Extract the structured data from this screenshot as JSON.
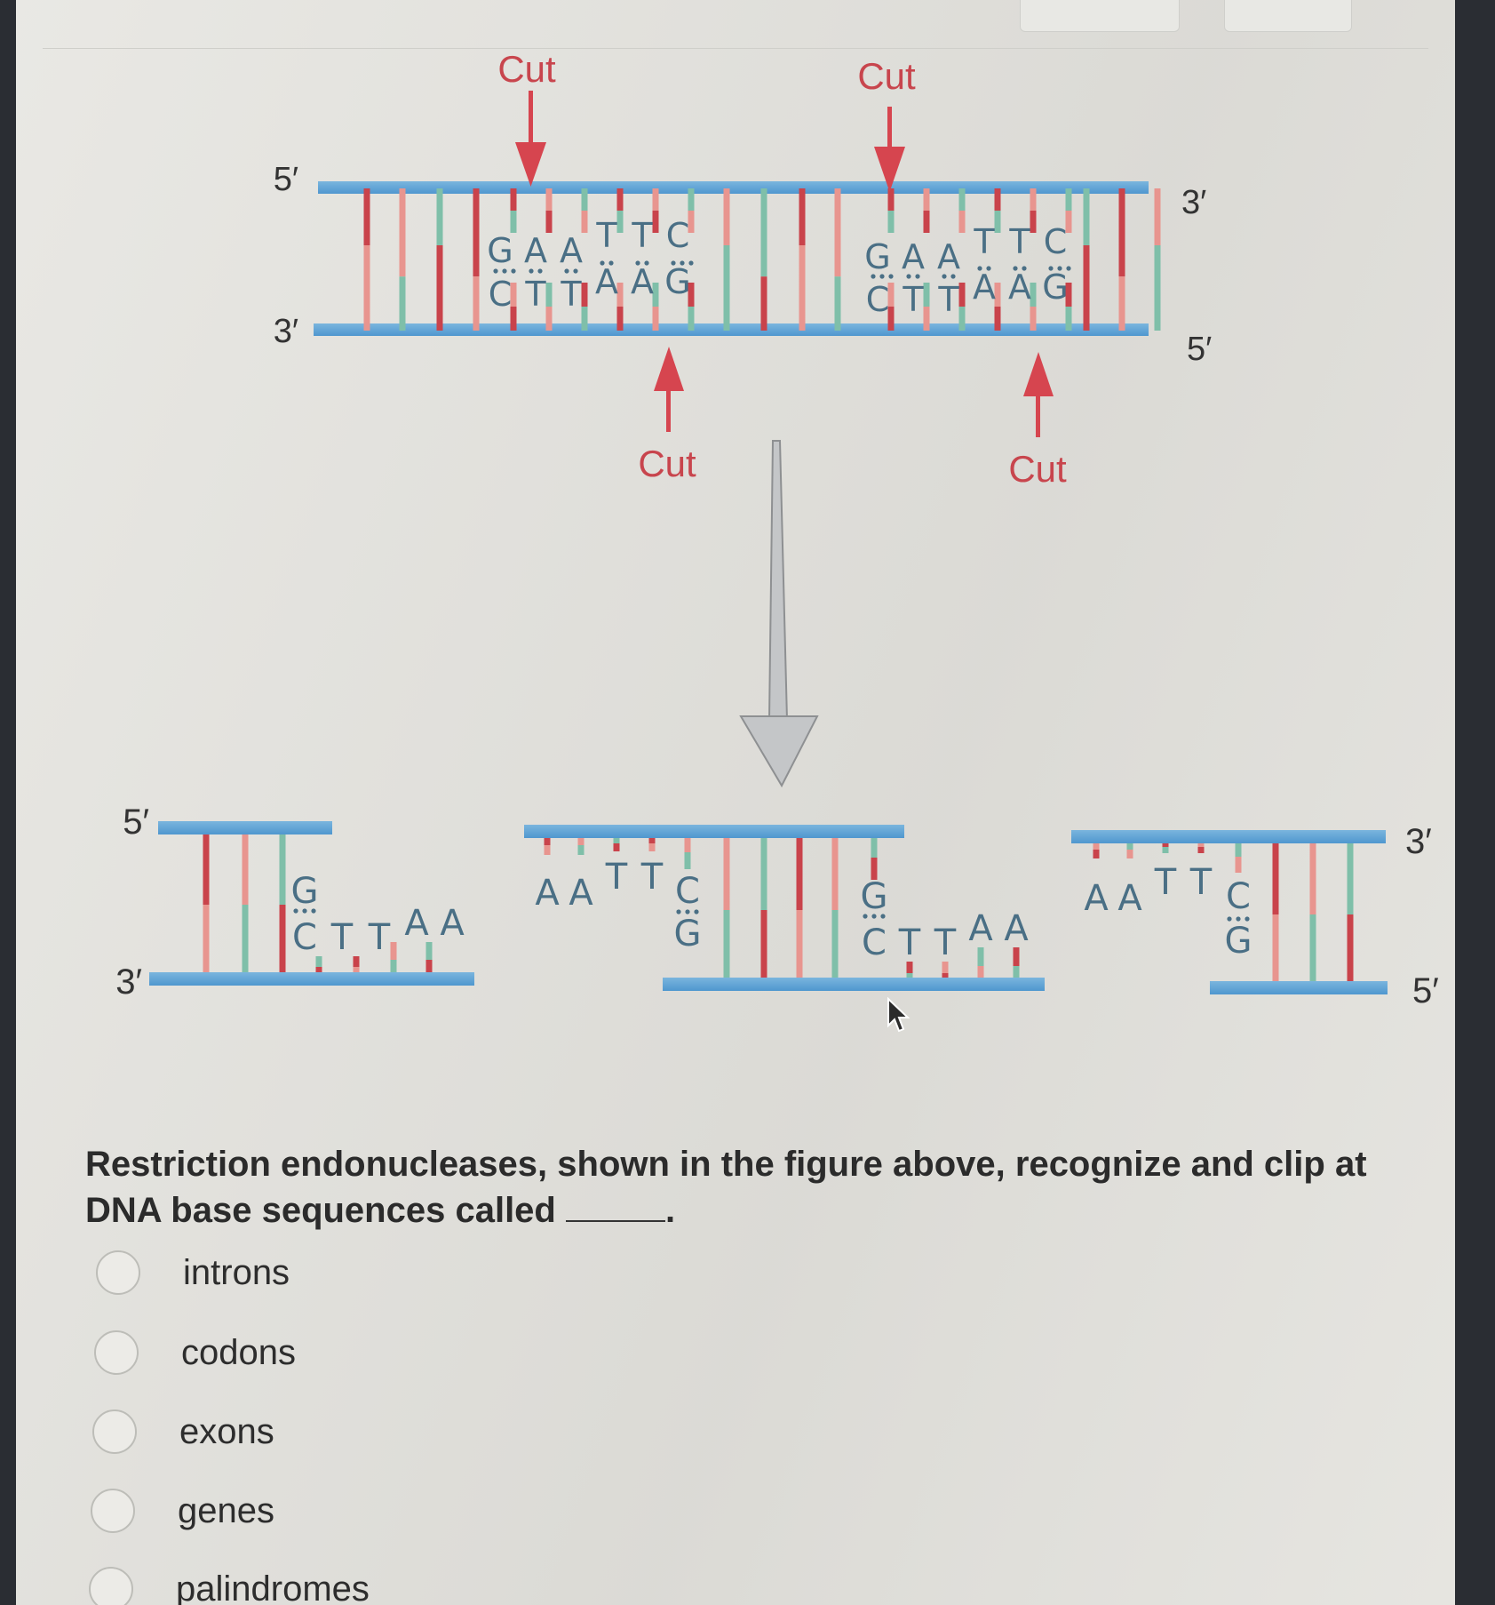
{
  "diagram": {
    "top": {
      "left_top_end": "5′",
      "left_bottom_end": "3′",
      "right_top_end": "3′",
      "right_bottom_end": "5′",
      "site1_top": [
        "G",
        "A",
        "A",
        "T",
        "T",
        "C"
      ],
      "site1_bottom": [
        "C",
        "T",
        "T",
        "A",
        "A",
        "G"
      ],
      "site2_top": [
        "G",
        "A",
        "A",
        "T",
        "T",
        "C"
      ],
      "site2_bottom": [
        "C",
        "T",
        "T",
        "A",
        "A",
        "G"
      ],
      "cut_labels": [
        "Cut",
        "Cut",
        "Cut",
        "Cut"
      ]
    },
    "bottom": {
      "frag1_top_end": "5′",
      "frag1_bottom_end": "3′",
      "frag1_pair_top": "G",
      "frag1_overhang": [
        "C",
        "T",
        "T",
        "A",
        "A"
      ],
      "frag2_overhang_top": [
        "A",
        "A",
        "T",
        "T",
        "C"
      ],
      "frag2_pair_bottom": "G",
      "frag2_pair2_top": "G",
      "frag2_overhang_bottom": [
        "C",
        "T",
        "T",
        "A",
        "A"
      ],
      "frag3_overhang_top": [
        "A",
        "A",
        "T",
        "T",
        "C"
      ],
      "frag3_pair_bottom": "G",
      "frag3_top_end": "3′",
      "frag3_bottom_end": "5′"
    },
    "colors": {
      "backbone": "#5aa0d4",
      "base_red": "#c9434b",
      "base_pink": "#e8958f",
      "base_teal": "#7fbfa9",
      "arrow_red": "#d6454f",
      "gray_arrow": "#bfc2c4"
    }
  },
  "question": {
    "text": "Restriction endonucleases, shown in the figure above, recognize and clip at DNA base sequences called",
    "end": "."
  },
  "options": [
    {
      "label": "introns"
    },
    {
      "label": "codons"
    },
    {
      "label": "exons"
    },
    {
      "label": "genes"
    },
    {
      "label": "palindromes"
    }
  ]
}
